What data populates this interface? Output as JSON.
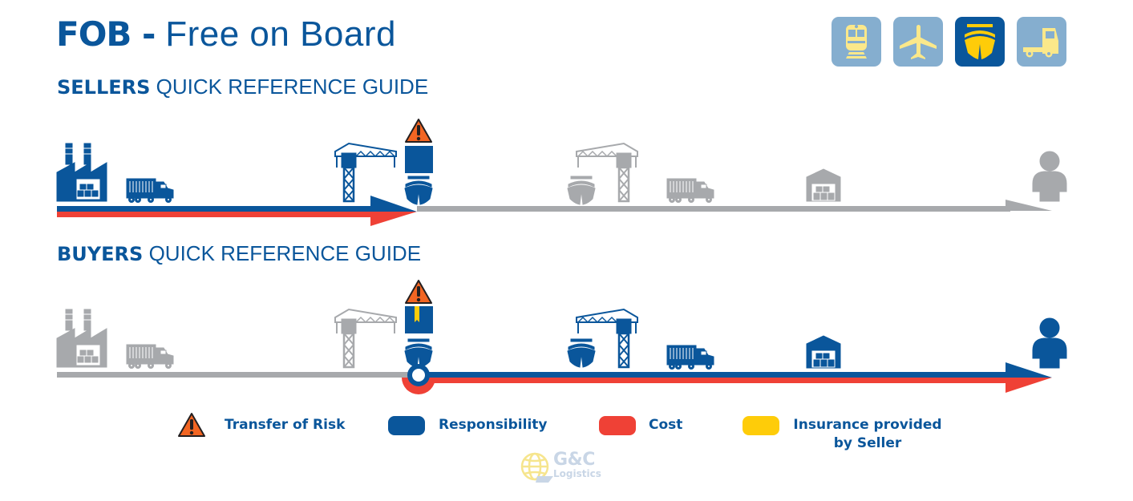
{
  "header": {
    "title_bold": "FOB -",
    "title_light": "Free on Board"
  },
  "transport_modes": [
    {
      "name": "rail",
      "icon": "train-icon",
      "selected": false
    },
    {
      "name": "air",
      "icon": "airplane-icon",
      "selected": false
    },
    {
      "name": "sea",
      "icon": "ship-icon",
      "selected": true
    },
    {
      "name": "road",
      "icon": "truck-icon",
      "selected": false
    }
  ],
  "sellers_guide": {
    "label_bold": "SELLERS",
    "label_light": "QUICK REFERENCE GUIDE",
    "steps": [
      "factory",
      "truck",
      "export-crane",
      "ship-loading",
      "import-ship",
      "import-crane",
      "truck",
      "warehouse",
      "buyer"
    ],
    "responsibility_until_step": "ship-loading",
    "cost_until_step": "ship-loading",
    "transfer_of_risk_at": "ship-loading"
  },
  "buyers_guide": {
    "label_bold": "BUYERS",
    "label_light": "QUICK REFERENCE GUIDE",
    "steps": [
      "factory",
      "truck",
      "export-crane",
      "ship-loading",
      "import-ship",
      "import-crane",
      "truck",
      "warehouse",
      "buyer"
    ],
    "responsibility_from_step": "ship-loading",
    "cost_from_step": "ship-loading",
    "transfer_of_risk_at": "ship-loading"
  },
  "legend": {
    "risk": "Transfer of Risk",
    "responsibility": "Responsibility",
    "cost": "Cost",
    "insurance_line1": "Insurance provided",
    "insurance_line2": "by Seller"
  },
  "colors": {
    "responsibility": "#0a569b",
    "cost": "#ef4136",
    "insurance": "#fecc09",
    "risk": "#f26522",
    "inactive": "#a7a9ac",
    "mode_bg": "#85aecf",
    "mode_icon": "#fbe88a"
  },
  "logo": {
    "line1": "G&C",
    "line2": "Logistics"
  }
}
